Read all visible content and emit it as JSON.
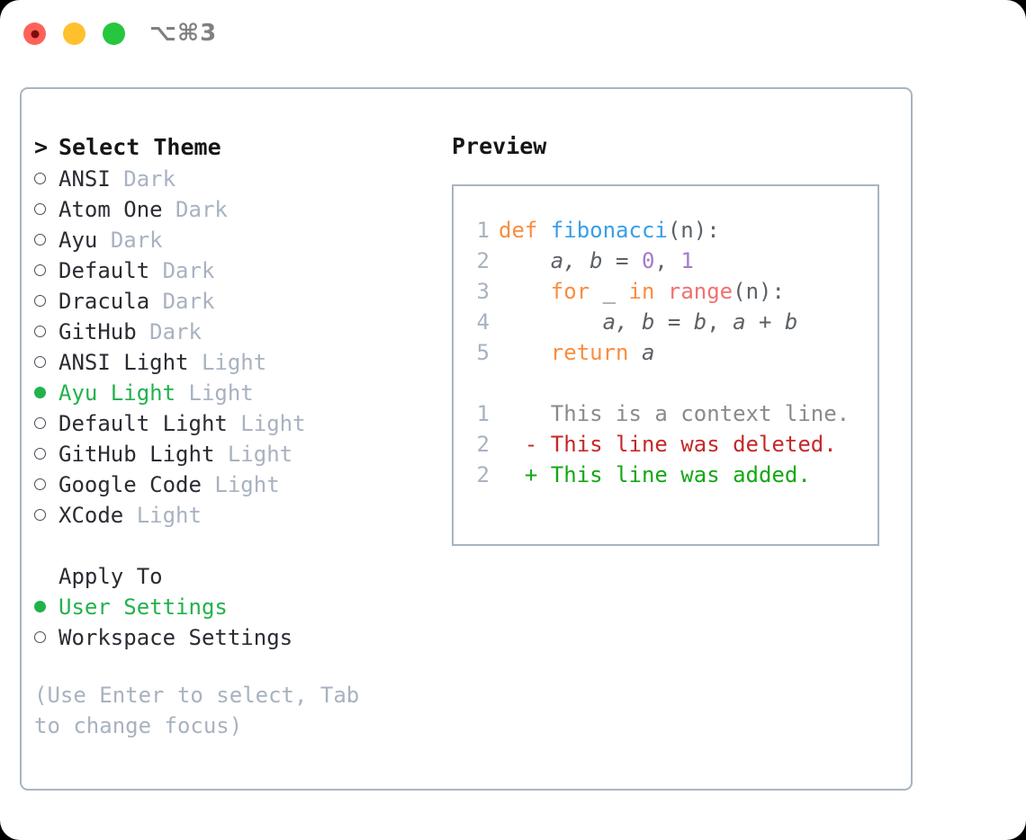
{
  "window": {
    "title_shortcut": "⌥⌘3",
    "traffic_lights": [
      "close-red",
      "minimize-yellow",
      "maximize-green"
    ]
  },
  "theme_selector": {
    "heading_caret": ">",
    "heading": "Select Theme",
    "themes": [
      {
        "name": "ANSI",
        "kind": "Dark",
        "selected": false
      },
      {
        "name": "Atom One",
        "kind": "Dark",
        "selected": false
      },
      {
        "name": "Ayu",
        "kind": "Dark",
        "selected": false
      },
      {
        "name": "Default",
        "kind": "Dark",
        "selected": false
      },
      {
        "name": "Dracula",
        "kind": "Dark",
        "selected": false
      },
      {
        "name": "GitHub",
        "kind": "Dark",
        "selected": false
      },
      {
        "name": "ANSI Light",
        "kind": "Light",
        "selected": false
      },
      {
        "name": "Ayu Light",
        "kind": "Light",
        "selected": true
      },
      {
        "name": "Default Light",
        "kind": "Light",
        "selected": false
      },
      {
        "name": "GitHub Light",
        "kind": "Light",
        "selected": false
      },
      {
        "name": "Google Code",
        "kind": "Light",
        "selected": false
      },
      {
        "name": "XCode",
        "kind": "Light",
        "selected": false
      }
    ]
  },
  "apply_to": {
    "heading": "Apply To",
    "options": [
      {
        "label": "User Settings",
        "selected": true
      },
      {
        "label": "Workspace Settings",
        "selected": false
      }
    ]
  },
  "hint": "(Use Enter to select, Tab to change focus)",
  "preview": {
    "title": "Preview",
    "code_lines": [
      {
        "num": "1",
        "tokens": [
          {
            "text": "def ",
            "cls": "t-kw"
          },
          {
            "text": "fibonacci",
            "cls": "t-fn"
          },
          {
            "text": "(n):",
            "cls": "t-punc"
          }
        ]
      },
      {
        "num": "2",
        "tokens": [
          {
            "text": "    ",
            "cls": "t-plain"
          },
          {
            "text": "a, b",
            "cls": "t-var"
          },
          {
            "text": " = ",
            "cls": "t-punc"
          },
          {
            "text": "0",
            "cls": "t-num"
          },
          {
            "text": ", ",
            "cls": "t-punc"
          },
          {
            "text": "1",
            "cls": "t-num"
          }
        ]
      },
      {
        "num": "3",
        "tokens": [
          {
            "text": "    ",
            "cls": "t-plain"
          },
          {
            "text": "for",
            "cls": "t-kw"
          },
          {
            "text": " _ ",
            "cls": "t-punc"
          },
          {
            "text": "in",
            "cls": "t-kw"
          },
          {
            "text": " ",
            "cls": "t-punc"
          },
          {
            "text": "range",
            "cls": "t-call"
          },
          {
            "text": "(n):",
            "cls": "t-punc"
          }
        ]
      },
      {
        "num": "4",
        "tokens": [
          {
            "text": "        ",
            "cls": "t-plain"
          },
          {
            "text": "a, b",
            "cls": "t-var"
          },
          {
            "text": " = ",
            "cls": "t-punc"
          },
          {
            "text": "b",
            "cls": "t-var"
          },
          {
            "text": ", ",
            "cls": "t-punc"
          },
          {
            "text": "a",
            "cls": "t-var"
          },
          {
            "text": " + ",
            "cls": "t-punc"
          },
          {
            "text": "b",
            "cls": "t-var"
          }
        ]
      },
      {
        "num": "5",
        "tokens": [
          {
            "text": "    ",
            "cls": "t-plain"
          },
          {
            "text": "return",
            "cls": "t-kw"
          },
          {
            "text": " ",
            "cls": "t-punc"
          },
          {
            "text": "a",
            "cls": "t-var"
          }
        ]
      }
    ],
    "diff_lines": [
      {
        "num": "1",
        "sign": " ",
        "text": "This is a context line.",
        "cls": "d-ctx"
      },
      {
        "num": "2",
        "sign": "-",
        "text": "This line was deleted.",
        "cls": "d-del"
      },
      {
        "num": "2",
        "sign": "+",
        "text": "This line was added.",
        "cls": "d-add"
      }
    ]
  },
  "colors": {
    "accent_green": "#22b24c",
    "border": "#a9b4c2",
    "muted": "#a8b2c1",
    "keyword": "#fa8d3e",
    "function": "#399ee6",
    "number": "#a37acc",
    "call": "#f07171",
    "diff_delete": "#c62828",
    "diff_add": "#14a814"
  }
}
